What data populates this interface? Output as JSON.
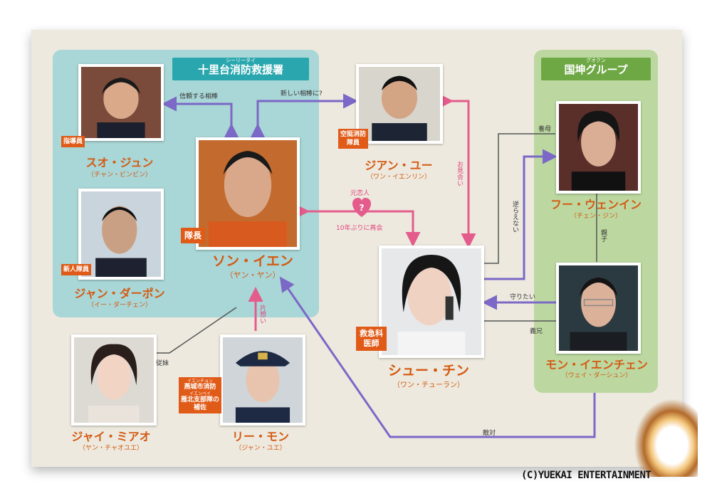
{
  "groups": {
    "fire_station": {
      "ruby": "シーリータイ",
      "label": "十里台消防救援署"
    },
    "corp": {
      "ruby": "グオクン",
      "label": "国坤グループ"
    }
  },
  "characters": {
    "suo": {
      "name": "スオ・ジュン",
      "actor": "（チャン・ビンビン）",
      "tag": "指導員"
    },
    "jiang": {
      "name": "ジャン・ダーポン",
      "actor": "（イー・ダーチェン）",
      "tag": "新人隊員"
    },
    "song": {
      "name": "ソン・イエン",
      "actor": "（ヤン・ヤン）",
      "tag": "隊長"
    },
    "jian": {
      "name": "ジアン・ユー",
      "actor": "（ワン・イエンリン）",
      "tag_line1": "空挺消防",
      "tag_line2": "隊員"
    },
    "fu": {
      "name": "フー・ウェンイン",
      "actor": "（チェン・ジン）"
    },
    "xu": {
      "name": "シュー・チン",
      "actor": "（ワン・チューラン）",
      "tag_line1": "救急科",
      "tag_line2": "医師"
    },
    "meng": {
      "name": "モン・イエンチェン",
      "actor": "（ウェイ・ダーシュン）"
    },
    "zhai": {
      "name": "ジャイ・ミアオ",
      "actor": "（ヤン・チャオユエ）"
    },
    "li": {
      "name": "リー・モン",
      "actor": "（ジャン・ユエ）",
      "tag_ruby1": "イエンチョン",
      "tag_line1": "燕城市消防",
      "tag_ruby2": "イエンベイ",
      "tag_line2": "雁北支部隊の",
      "tag_line3": "補佐"
    }
  },
  "relations": {
    "trusted_partner": "信頼する相棒",
    "new_partner": "新しい相棒に?",
    "ex_lover": "元恋人",
    "reunion": "10年ぶりに再会",
    "arranged": "お見合い",
    "stepmother": "養母",
    "cannot_defy": "逆らえない",
    "parent_child": "親子",
    "want_protect": "守りたい",
    "stepbrother": "義兄",
    "half_sister": "従妹",
    "unrequited": "片想い",
    "enemy": "敵対"
  },
  "colors": {
    "purple": "#7b68c7",
    "pink": "#e45c8c",
    "gray": "#555555",
    "orange": "#d45a13"
  },
  "copyright": "(C)YUEKAI ENTERTAINMENT"
}
